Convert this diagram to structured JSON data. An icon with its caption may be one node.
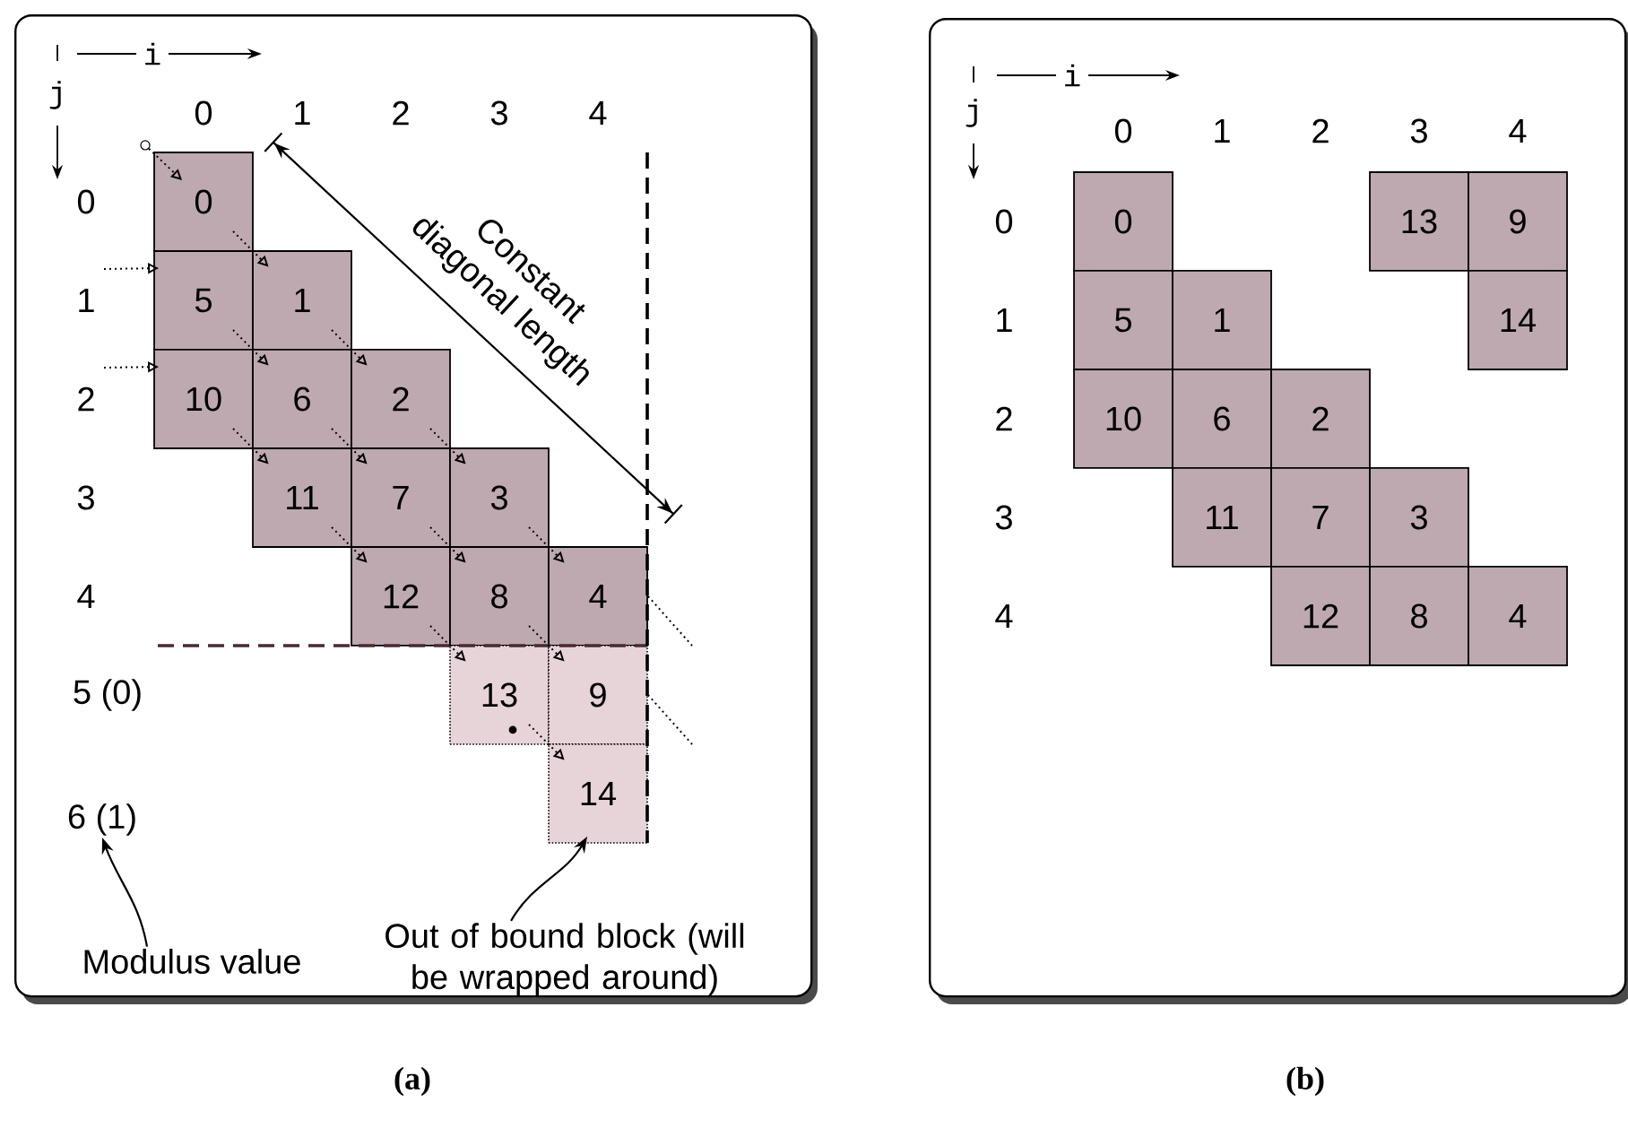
{
  "diagram": {
    "nodes": [
      {
        "text": [],
        "shape": "box",
        "beside": [
          "(a)"
        ]
      },
      {
        "text": [],
        "shape": "box",
        "beside": [
          "(b)"
        ]
      },
      {
        "text": [
          "0"
        ],
        "in": 0
      },
      {
        "text": [
          "5"
        ],
        "in": 0
      },
      {
        "text": [
          "1"
        ],
        "in": 0
      },
      {
        "text": [
          "10"
        ],
        "in": 0
      },
      {
        "text": [
          "6"
        ],
        "in": 0
      },
      {
        "text": [
          "2"
        ],
        "in": 0
      },
      {
        "text": [
          "11"
        ],
        "in": 0
      },
      {
        "text": [
          "7"
        ],
        "in": 0
      },
      {
        "text": [
          "3"
        ],
        "in": 0
      },
      {
        "text": [
          "12"
        ],
        "in": 0
      },
      {
        "text": [
          "8"
        ],
        "in": 0
      },
      {
        "text": [
          "4"
        ],
        "in": 0
      },
      {
        "text": [
          "13"
        ],
        "in": 0
      },
      {
        "text": [
          "9"
        ],
        "in": 0
      },
      {
        "text": [
          "14"
        ],
        "in": 0
      },
      {
        "text": [],
        "shape": "circle",
        "in": 0
      },
      {
        "text": [
          "6 (1)"
        ],
        "in": 0
      },
      {
        "text": [
          "Modulus value"
        ],
        "in": 0
      },
      {
        "text": [
          "Out of bound block (will be wrapped around)"
        ],
        "in": 0
      },
      {
        "text": [
          "0"
        ],
        "in": 1
      },
      {
        "text": [
          "13"
        ],
        "in": 1
      },
      {
        "text": [
          "9"
        ],
        "in": 1
      },
      {
        "text": [
          "5"
        ],
        "in": 1
      },
      {
        "text": [
          "1"
        ],
        "in": 1
      },
      {
        "text": [
          "14"
        ],
        "in": 1
      },
      {
        "text": [
          "10"
        ],
        "in": 1
      },
      {
        "text": [
          "6"
        ],
        "in": 1
      },
      {
        "text": [
          "2"
        ],
        "in": 1
      },
      {
        "text": [
          "11"
        ],
        "in": 1
      },
      {
        "text": [
          "7"
        ],
        "in": 1
      },
      {
        "text": [
          "3"
        ],
        "in": 1
      },
      {
        "text": [
          "12"
        ],
        "in": 1
      },
      {
        "text": [
          "8"
        ],
        "in": 1
      },
      {
        "text": [
          "4"
        ],
        "in": 1
      }
    ],
    "edges": [
      {
        "from": 17,
        "to": 2,
        "arrow": "to",
        "style": "dashed"
      },
      {
        "from": 2,
        "to": 4,
        "arrow": "to",
        "style": "dashed"
      },
      {
        "from": 4,
        "to": 7,
        "arrow": "to",
        "style": "dashed"
      },
      {
        "from": 7,
        "to": 10,
        "arrow": "to",
        "style": "dashed"
      },
      {
        "from": 10,
        "to": 13,
        "arrow": "to",
        "style": "dashed"
      },
      {
        "from": 3,
        "to": 6,
        "arrow": "to",
        "style": "dashed"
      },
      {
        "from": 6,
        "to": 9,
        "arrow": "to",
        "style": "dashed"
      },
      {
        "from": 9,
        "to": 12,
        "arrow": "to",
        "style": "dashed"
      },
      {
        "from": 12,
        "to": 15,
        "arrow": "to",
        "style": "dashed"
      },
      {
        "from": 5,
        "to": 8,
        "arrow": "to",
        "style": "dashed"
      },
      {
        "from": 8,
        "to": 11,
        "arrow": "to",
        "style": "dashed"
      },
      {
        "from": 11,
        "to": 14,
        "arrow": "to",
        "style": "dashed"
      },
      {
        "from": 14,
        "to": 16,
        "arrow": "to",
        "style": "dashed"
      },
      {
        "from": null,
        "to": 3,
        "arrow": "to",
        "style": "dashed"
      },
      {
        "from": null,
        "to": 5,
        "arrow": "to",
        "style": "dashed"
      },
      {
        "from": 13,
        "to": null,
        "arrow": "none",
        "style": "dashed"
      },
      {
        "from": 15,
        "to": null,
        "arrow": "none",
        "style": "dashed"
      },
      {
        "from": 19,
        "to": 18,
        "arrow": "to"
      },
      {
        "from": 20,
        "to": 16,
        "arrow": "to"
      }
    ],
    "labels": [
      "i",
      "j",
      "0",
      "1",
      "2",
      "3",
      "4",
      "0",
      "1",
      "2",
      "3",
      "4",
      "5 (0)",
      "Constant diagonal length",
      "i",
      "j",
      "0",
      "1",
      "2",
      "3",
      "4",
      "0",
      "1",
      "2",
      "3",
      "4"
    ]
  }
}
